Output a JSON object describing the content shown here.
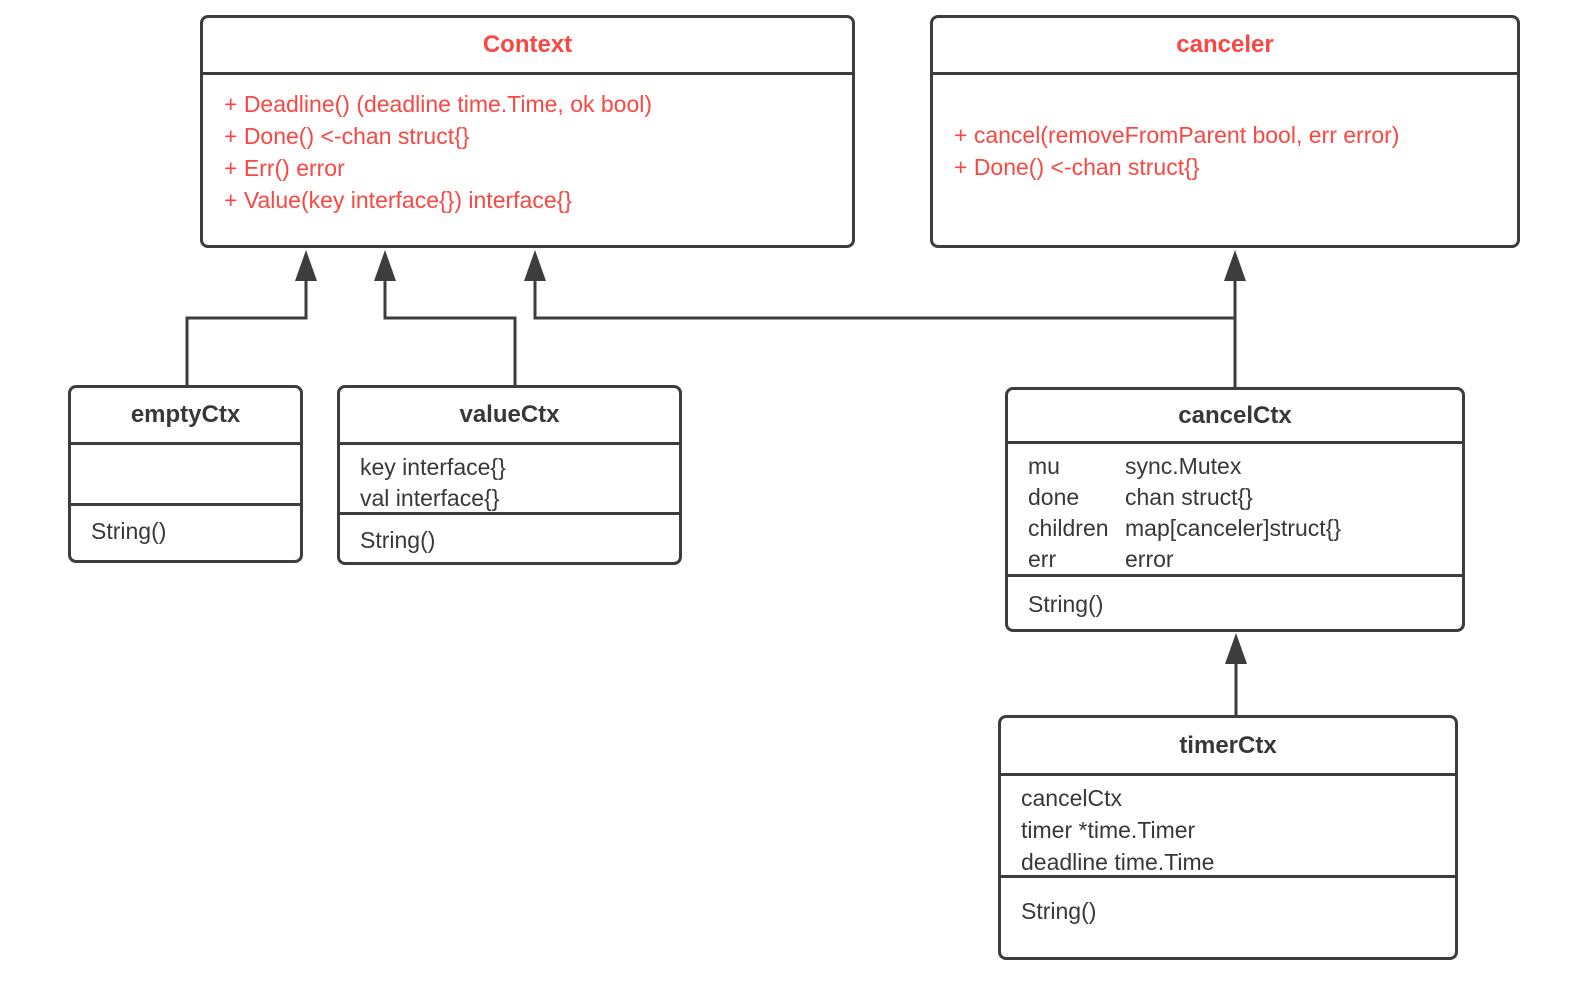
{
  "colors": {
    "accent_red": "#f94743",
    "line_dark": "#3d3d3d",
    "text_dark": "#383838",
    "background": "#ffffff"
  },
  "classes": {
    "context": {
      "title": "Context",
      "methods": [
        "+ Deadline() (deadline time.Time, ok bool)",
        "+ Done() <-chan struct{}",
        "+ Err() error",
        "+ Value(key interface{}) interface{}"
      ]
    },
    "canceler": {
      "title": "canceler",
      "methods": [
        "+ cancel(removeFromParent bool, err error)",
        "+ Done() <-chan struct{}"
      ]
    },
    "empty_ctx": {
      "title": "emptyCtx",
      "attributes": [],
      "methods": [
        "String()"
      ]
    },
    "value_ctx": {
      "title": "valueCtx",
      "attributes": [
        "key interface{}",
        "val interface{}"
      ],
      "methods": [
        "String()"
      ]
    },
    "cancel_ctx": {
      "title": "cancelCtx",
      "attributes": [
        {
          "name": "mu",
          "type": "sync.Mutex"
        },
        {
          "name": "done",
          "type": "chan struct{}"
        },
        {
          "name": "children",
          "type": "map[canceler]struct{}"
        },
        {
          "name": "err",
          "type": "error"
        }
      ],
      "methods": [
        "String()"
      ]
    },
    "timer_ctx": {
      "title": "timerCtx",
      "attributes": [
        "cancelCtx",
        "timer *time.Timer",
        "deadline time.Time"
      ],
      "methods": [
        "String()"
      ]
    }
  },
  "relationships": [
    {
      "from": "emptyCtx",
      "to": "Context",
      "arrow": "filled-triangle"
    },
    {
      "from": "valueCtx",
      "to": "Context",
      "arrow": "filled-triangle"
    },
    {
      "from": "cancelCtx",
      "to": "Context",
      "arrow": "filled-triangle"
    },
    {
      "from": "cancelCtx",
      "to": "canceler",
      "arrow": "filled-triangle"
    },
    {
      "from": "timerCtx",
      "to": "cancelCtx",
      "arrow": "filled-triangle"
    }
  ]
}
